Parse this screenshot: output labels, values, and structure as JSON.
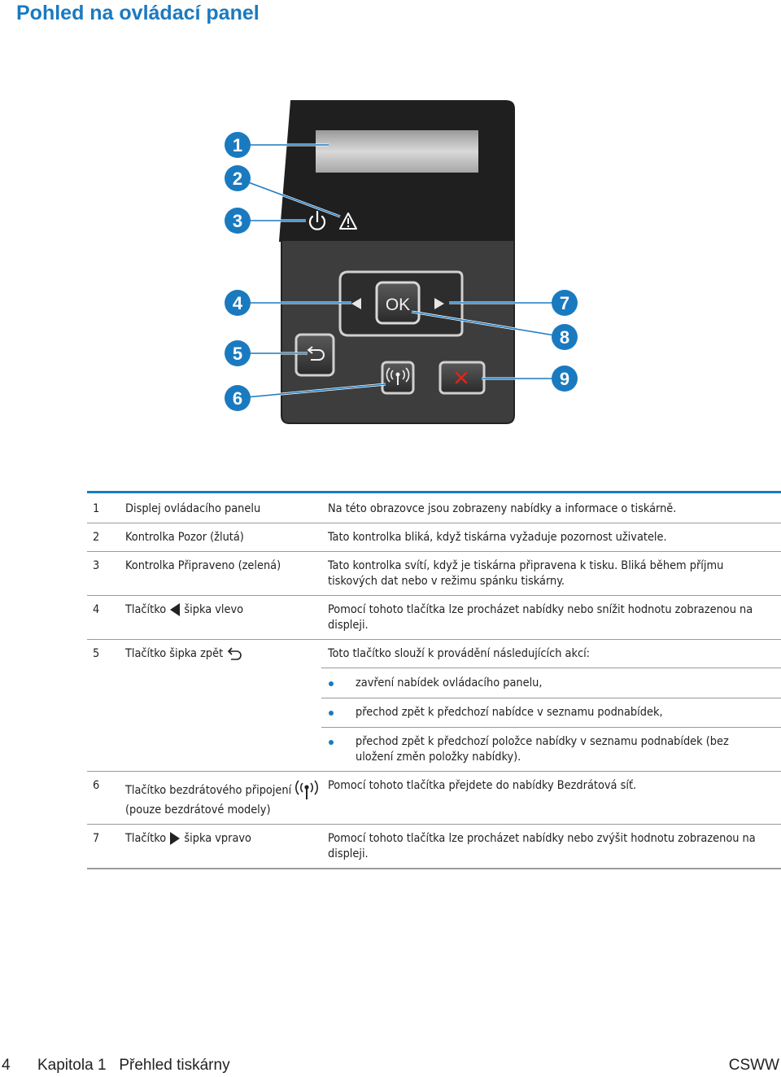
{
  "title": "Pohled na ovládací panel",
  "callouts": [
    "1",
    "2",
    "3",
    "4",
    "5",
    "6",
    "7",
    "8",
    "9"
  ],
  "panel": {
    "ok_label": "OK"
  },
  "rows": [
    {
      "num": "1",
      "label": "Displej ovládacího panelu",
      "desc": "Na této obrazovce jsou zobrazeny nabídky a informace o tiskárně."
    },
    {
      "num": "2",
      "label": "Kontrolka Pozor (žlutá)",
      "desc": "Tato kontrolka bliká, když tiskárna vyžaduje pozornost uživatele."
    },
    {
      "num": "3",
      "label": "Kontrolka Připraveno (zelená)",
      "desc": "Tato kontrolka svítí, když je tiskárna připravena k tisku. Bliká během příjmu tiskových dat nebo v režimu spánku tiskárny."
    },
    {
      "num": "4",
      "label_a": "Tlačítko",
      "label_b": "šipka vlevo",
      "desc": "Pomocí tohoto tlačítka lze procházet nabídky nebo snížit hodnotu zobrazenou na displeji."
    },
    {
      "num": "5",
      "label": "Tlačítko šipka zpět",
      "desc": "Toto tlačítko slouží k provádění následujících akcí:",
      "bullets": [
        "zavření nabídek ovládacího panelu,",
        "přechod zpět k předchozí nabídce v seznamu podnabídek,",
        "přechod zpět k předchozí položce nabídky v seznamu podnabídek (bez uložení změn položky nabídky)."
      ]
    },
    {
      "num": "6",
      "label": "Tlačítko bezdrátového připojení",
      "label_note": "(pouze bezdrátové modely)",
      "desc": "Pomocí tohoto tlačítka přejdete do nabídky Bezdrátová síť."
    },
    {
      "num": "7",
      "label_a": "Tlačítko",
      "label_b": "šipka vpravo",
      "desc": "Pomocí tohoto tlačítka lze procházet nabídky nebo zvýšit hodnotu zobrazenou na displeji."
    }
  ],
  "footer": {
    "page_num": "4",
    "chapter": "Kapitola 1   Přehled tiskárny",
    "code": "CSWW"
  },
  "colors": {
    "accent": "#1a7ac0",
    "panel_top": "#1e1e1e",
    "panel_bottom": "#3a3a3a",
    "cancel": "#e0241b"
  }
}
